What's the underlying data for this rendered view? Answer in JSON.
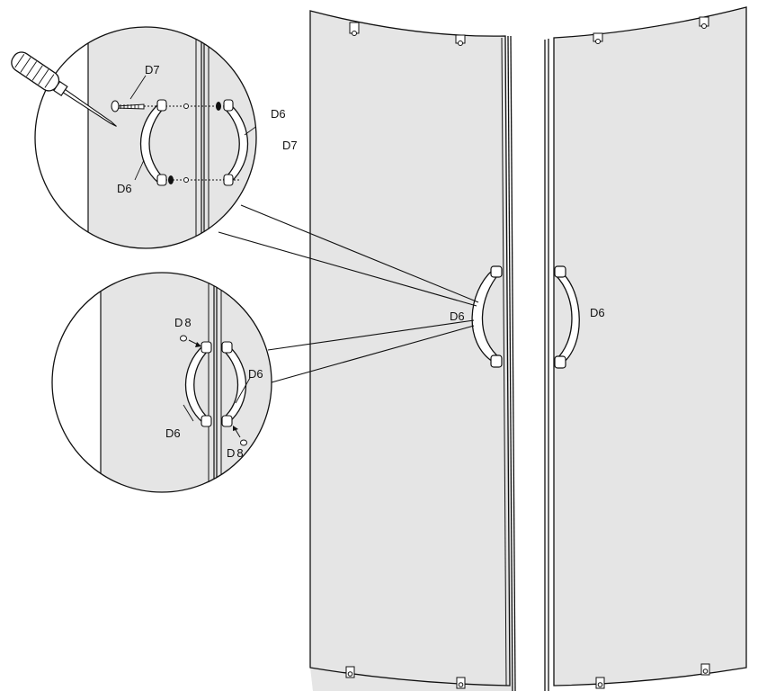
{
  "labels": {
    "handle": "D6",
    "screw": "D7",
    "cap": "D8"
  },
  "colors": {
    "glass": "#e5e5e5",
    "line": "#111111",
    "background": "#ffffff"
  }
}
